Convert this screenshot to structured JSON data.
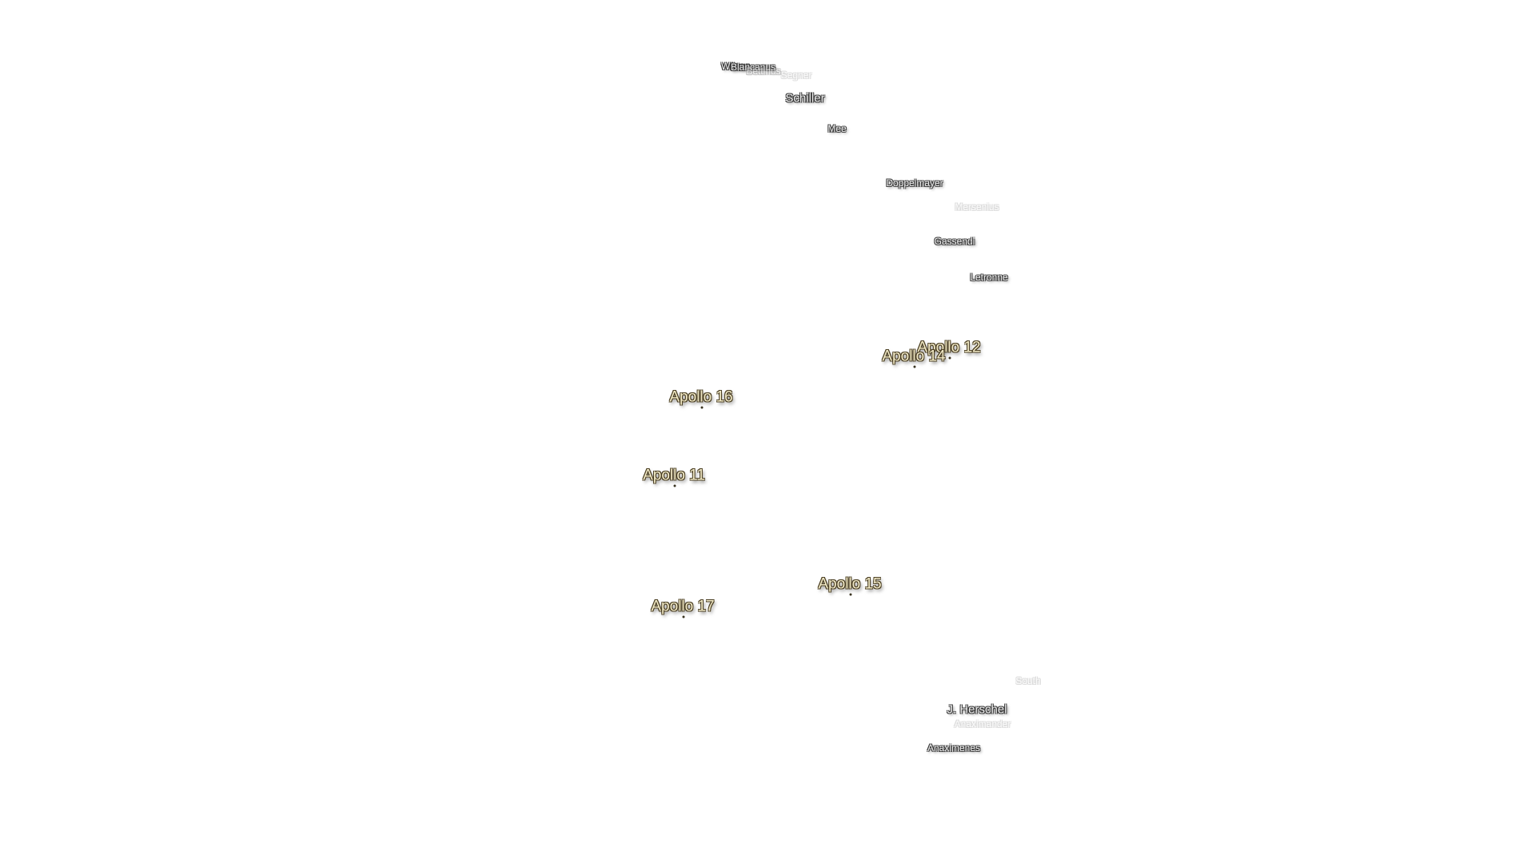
{
  "map": {
    "background": "#ffffff",
    "crater_labels": [
      {
        "name": "Wilson"
      },
      {
        "name": "Blancanus"
      },
      {
        "name": "Bettinus"
      },
      {
        "name": "Segner"
      },
      {
        "name": "Schiller"
      },
      {
        "name": "Mee"
      },
      {
        "name": "Doppelmayer"
      },
      {
        "name": "Mersenius"
      },
      {
        "name": "Gassendi"
      },
      {
        "name": "Letronne"
      },
      {
        "name": "South"
      },
      {
        "name": "J. Herschel"
      },
      {
        "name": "Anaximander"
      },
      {
        "name": "Anaximenes"
      }
    ],
    "landing_sites": [
      {
        "name": "Apollo 12"
      },
      {
        "name": "Apollo 14"
      },
      {
        "name": "Apollo 16"
      },
      {
        "name": "Apollo 11"
      },
      {
        "name": "Apollo 15"
      },
      {
        "name": "Apollo 17"
      }
    ],
    "colors": {
      "crater_text": "#f0f0f0",
      "crater_outline": "#3a3a3a",
      "apollo_text": "#f3ebc8",
      "apollo_outline": "#4a3e22"
    }
  }
}
